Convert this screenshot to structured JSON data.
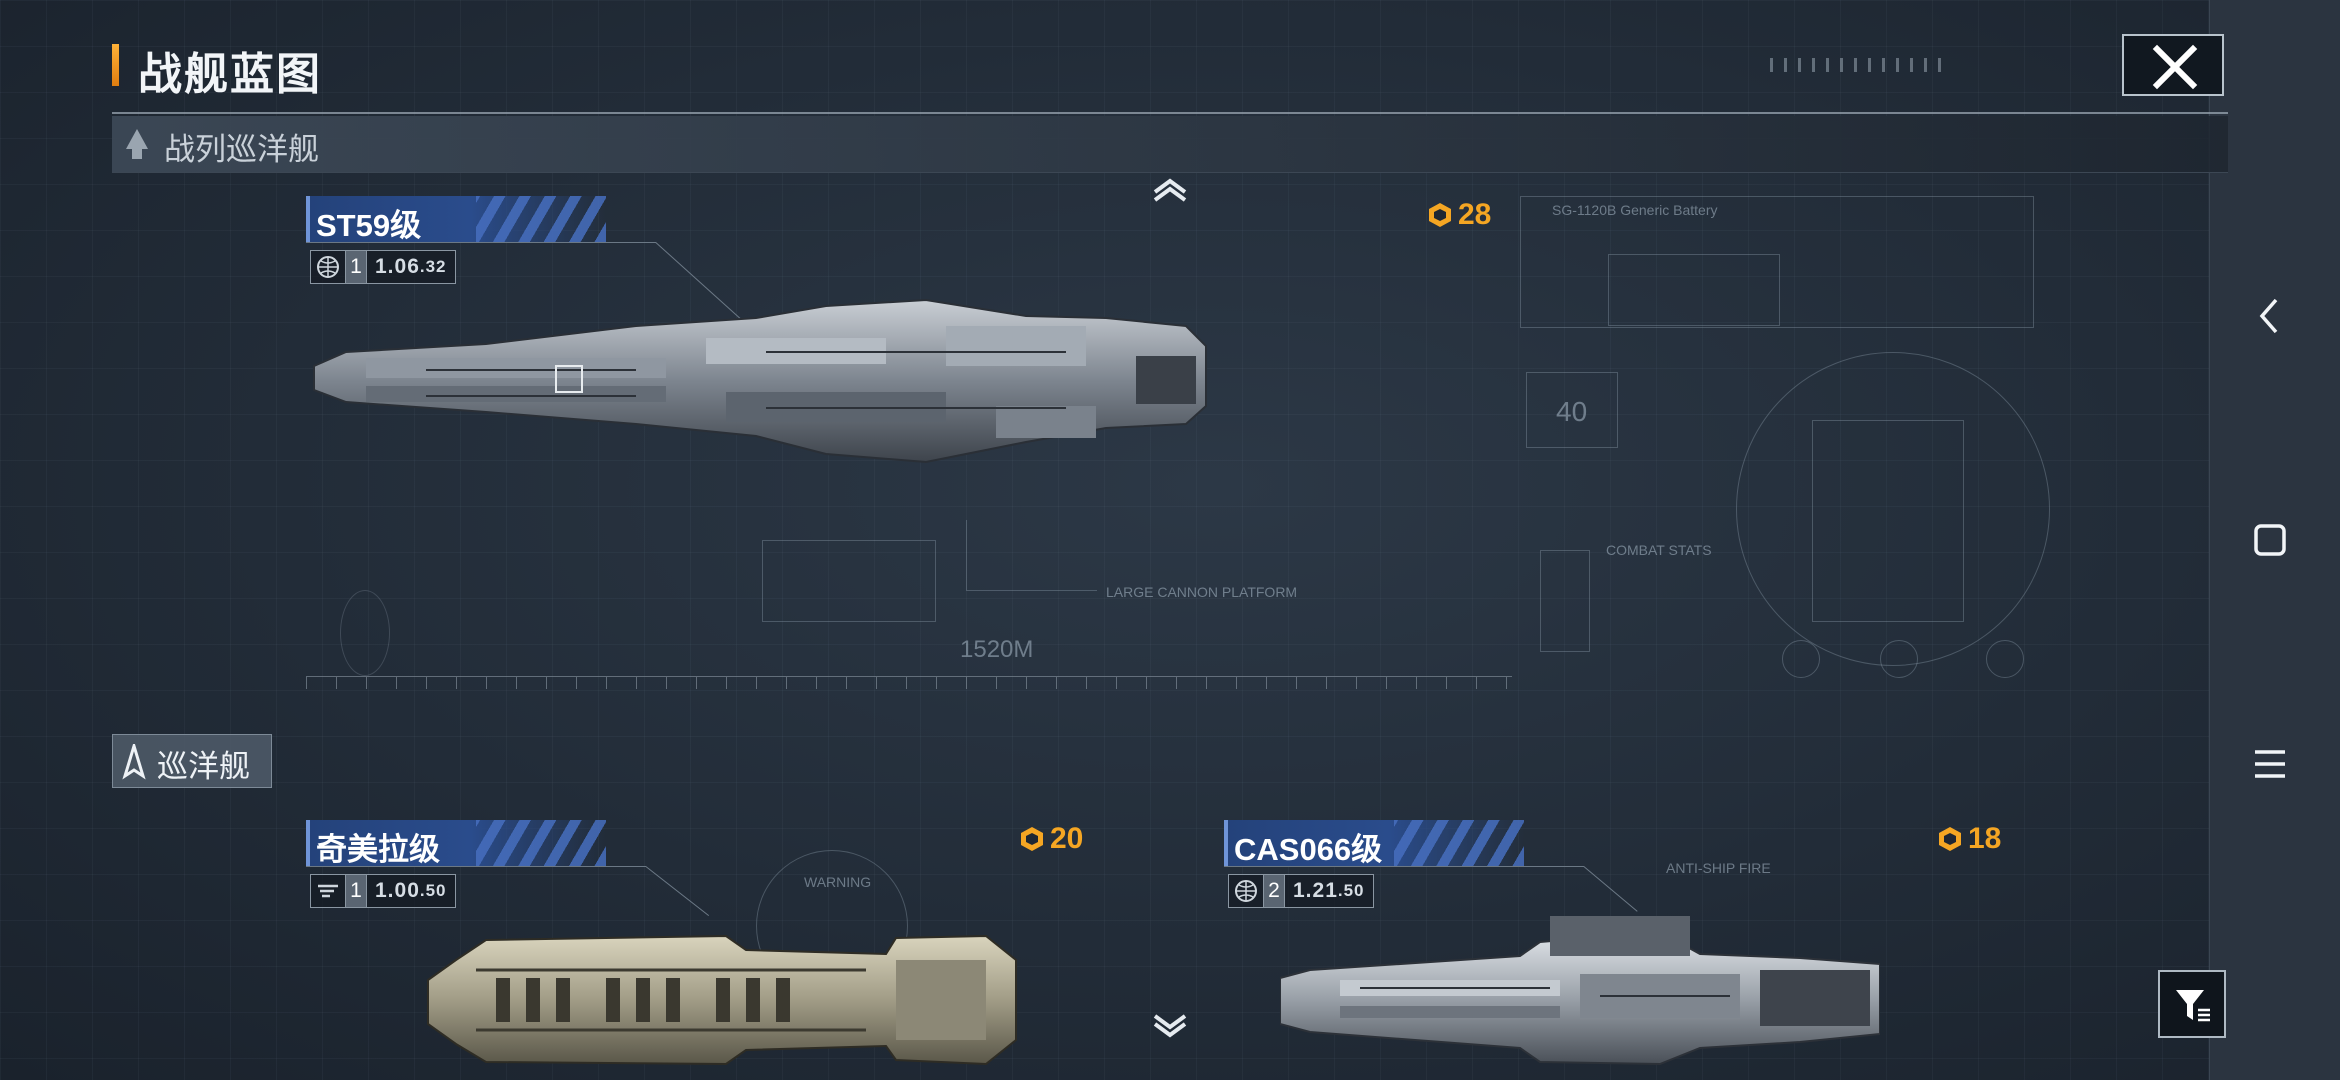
{
  "header": {
    "title": "战舰蓝图",
    "close_icon": "close-icon"
  },
  "sections": [
    {
      "label": "战列巡洋舰",
      "icon": "battlecruiser-icon",
      "ships": [
        {
          "name": "ST59级",
          "cost": "28",
          "tier": "1",
          "spec_main": "1.06",
          "spec_sub": ".32",
          "faction_icon": "globe-icon"
        }
      ]
    },
    {
      "label": "巡洋舰",
      "icon": "cruiser-icon",
      "ships": [
        {
          "name": "奇美拉级",
          "cost": "20",
          "tier": "1",
          "spec_main": "1.00",
          "spec_sub": ".50",
          "faction_icon": "faction-logo-icon"
        },
        {
          "name": "CAS066级",
          "cost": "18",
          "tier": "2",
          "spec_main": "1.21",
          "spec_sub": ".50",
          "faction_icon": "globe-icon"
        }
      ]
    }
  ],
  "blueprint_text": {
    "length": "1520M",
    "left_num": "40",
    "cannon": "LARGE CANNON PLATFORM",
    "battery": "SG-1120B Generic Battery",
    "combat": "COMBAT STATS",
    "warning": "WARNING",
    "antiship": "ANTI-SHIP FIRE"
  },
  "colors": {
    "accent_orange": "#f5a623",
    "name_blue": "#2a4c8c",
    "background": "#1e2733"
  },
  "nav": {
    "back_icon": "back-chevron-icon",
    "home_icon": "home-square-icon",
    "menu_icon": "menu-icon",
    "filter_icon": "filter-icon",
    "scroll_up_icon": "chevron-up-icon",
    "scroll_down_icon": "chevron-down-icon"
  }
}
